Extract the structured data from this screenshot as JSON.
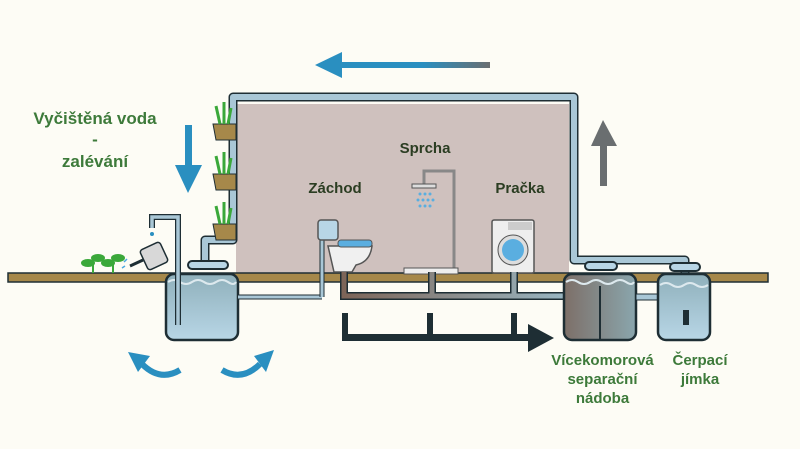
{
  "labels": {
    "clean_water_line1": "Vyčištěná voda",
    "clean_water_line2": "-",
    "clean_water_line3": "zalévání",
    "toilet": "Záchod",
    "shower": "Sprcha",
    "washing_machine": "Pračka",
    "separator_line1": "Vícekomorová",
    "separator_line2": "separační",
    "separator_line3": "nádoba",
    "pump_line1": "Čerpací",
    "pump_line2": "jímka"
  },
  "colors": {
    "background": "#fdfcf5",
    "house": "#cfc1be",
    "ground": "#a6884a",
    "pipe": "#a9c7d6",
    "arrow_blue": "#2a8fc0",
    "arrow_grey": "#6a6e70",
    "flow_dark": "#1e2e34",
    "label_green": "#3d7a3a"
  },
  "icons": [
    "watering-can-icon",
    "plant-icon",
    "tap-icon",
    "toilet-icon",
    "shower-icon",
    "washing-machine-icon",
    "planter-icon"
  ]
}
